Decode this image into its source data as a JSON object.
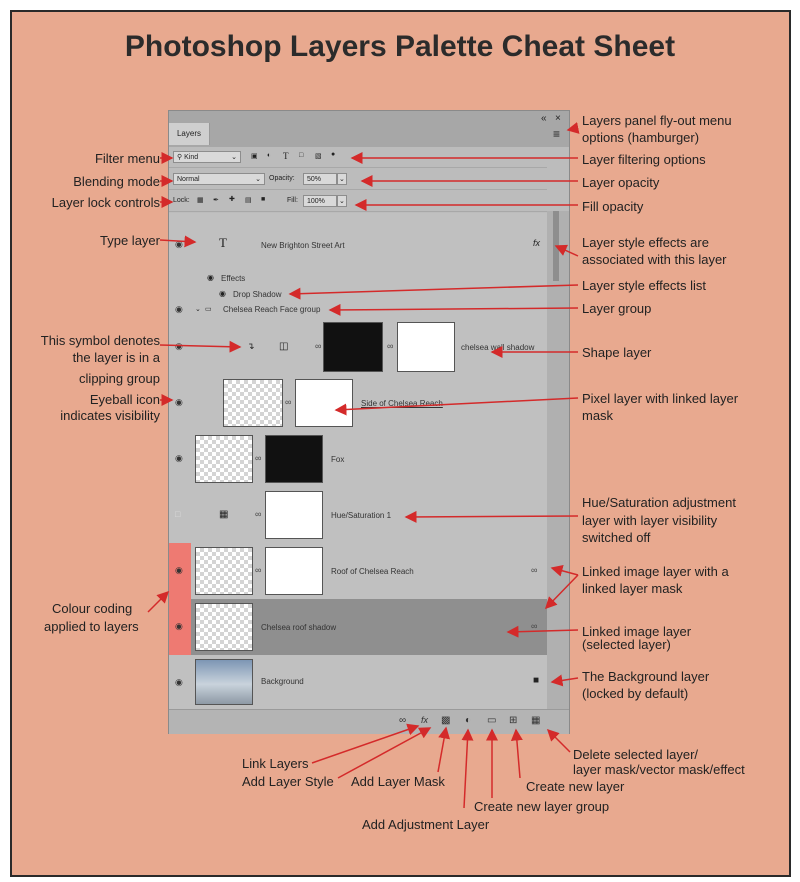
{
  "title": "Photoshop Layers Palette Cheat Sheet",
  "panel": {
    "tab_label": "Layers",
    "collapse_glyph": "«",
    "close_glyph": "×",
    "menu_glyph": "≡",
    "filter_value": "Kind",
    "blend_value": "Normal",
    "opacity_label": "Opacity:",
    "opacity_value": "50%",
    "lock_label": "Lock:",
    "fill_label": "Fill:",
    "fill_value": "100%",
    "type_layer_name": "New Brighton Street Art",
    "fx_label": "fx",
    "effects_label": "Effects",
    "drop_shadow_label": "Drop Shadow",
    "group_name": "Chelsea Reach Face group",
    "shape_layer_name": "chelsea wall shadow",
    "pixel_layer_name": "Side of Chelsea Reach",
    "fox_layer_name": "Fox",
    "hue_layer_name": "Hue/Saturation 1",
    "roof_layer_name": "Roof of Chelsea Reach",
    "roof_shadow_name": "Chelsea roof shadow",
    "background_name": "Background"
  },
  "annotations": {
    "left": [
      "Filter menu",
      "Blending mode",
      "Layer lock controls",
      "Type layer",
      "This symbol denotes",
      "the layer is in a",
      "clipping group",
      "Eyeball icon",
      "indicates visibility",
      "Colour coding",
      "applied to layers"
    ],
    "right": [
      "Layers panel fly-out menu",
      "options (hamburger)",
      "Layer filtering options",
      "Layer opacity",
      "Fill opacity",
      "Layer style effects are",
      "associated with this layer",
      "Layer style effects list",
      "Layer group",
      "Shape layer",
      "Pixel layer with linked layer",
      "mask",
      "Hue/Saturation adjustment",
      "layer with layer visibility",
      "switched off",
      "Linked image layer with a",
      "linked layer mask",
      "Linked image layer",
      "(selected layer)",
      "The Background layer",
      "(locked by default)"
    ],
    "bottom": [
      "Link Layers",
      "Add Layer Style",
      "Add Layer Mask",
      "Add Adjustment Layer",
      "Create new layer group",
      "Create new layer",
      "Delete selected layer/",
      "layer mask/vector mask/effect"
    ]
  },
  "colors": {
    "background": "#e8a98f",
    "arrow": "#d42a2a",
    "color_coding": "#ee7a72",
    "selected_row": "#8f8f8f"
  }
}
